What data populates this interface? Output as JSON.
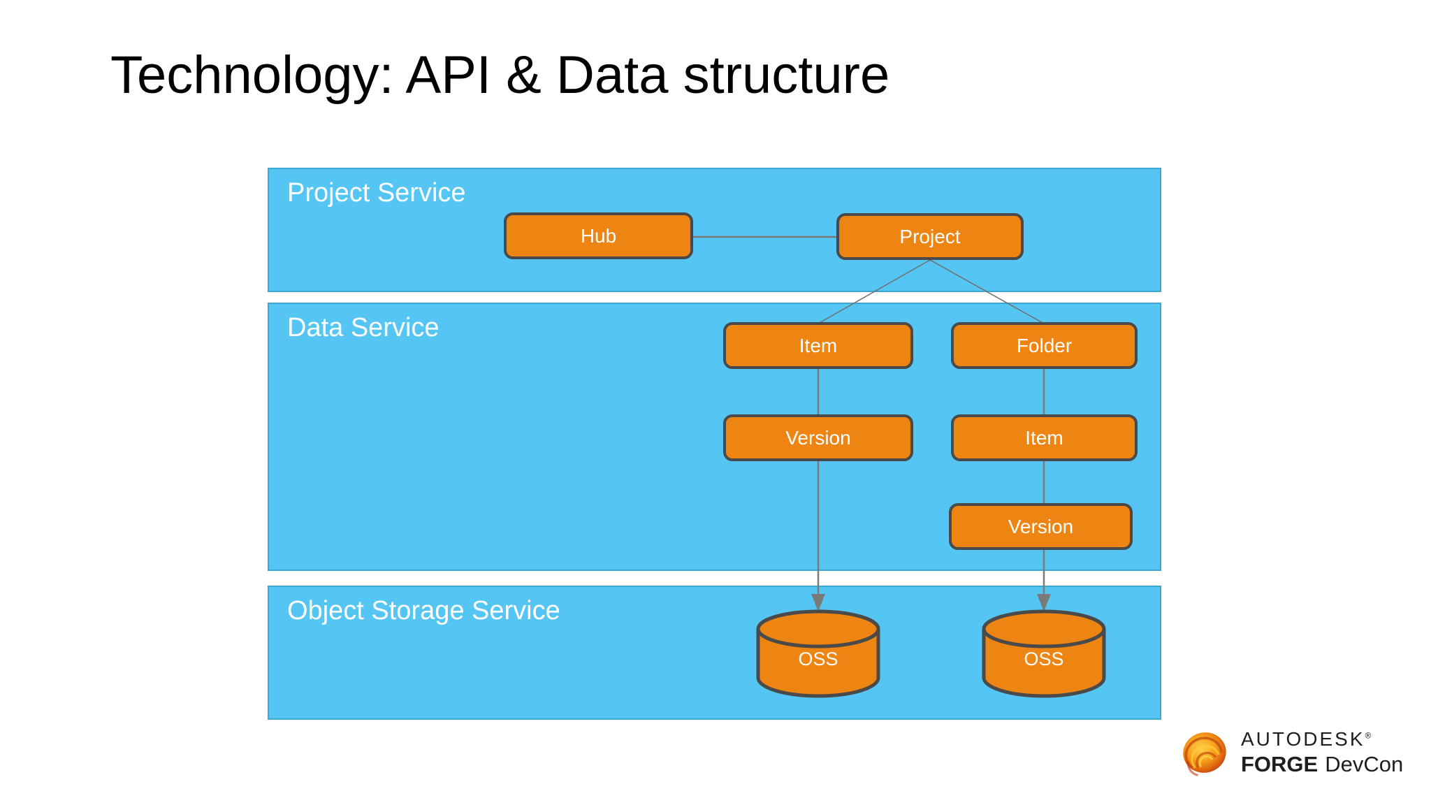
{
  "title": "Technology: API & Data structure",
  "bands": [
    {
      "label": "Project Service"
    },
    {
      "label": "Data Service"
    },
    {
      "label": "Object Storage Service"
    }
  ],
  "nodes": {
    "hub": {
      "label": "Hub"
    },
    "project": {
      "label": "Project"
    },
    "item_top": {
      "label": "Item"
    },
    "folder": {
      "label": "Folder"
    },
    "version_left": {
      "label": "Version"
    },
    "item_right": {
      "label": "Item"
    },
    "version_right": {
      "label": "Version"
    },
    "oss_left": {
      "label": "OSS"
    },
    "oss_right": {
      "label": "OSS"
    }
  },
  "edges": [
    {
      "from": "hub",
      "to": "project",
      "style": "line"
    },
    {
      "from": "project",
      "to": "item_top",
      "style": "thin-line"
    },
    {
      "from": "project",
      "to": "folder",
      "style": "thin-line"
    },
    {
      "from": "item_top",
      "to": "oss_left",
      "style": "arrow",
      "passes_behind": [
        "version_left"
      ]
    },
    {
      "from": "folder",
      "to": "oss_right",
      "style": "arrow",
      "passes_behind": [
        "item_right",
        "version_right"
      ]
    }
  ],
  "logo": {
    "brand": "AUTODESK",
    "registered_mark": "®",
    "product": "FORGE",
    "event": "DevCon"
  },
  "colors": {
    "band_blue": "#55C6F3",
    "node_orange": "#EE8411",
    "node_border_gray": "#4A4A4A",
    "node_text_white": "#FFFFFF",
    "connector_gray": "#7A7A7A",
    "title_black": "#000000",
    "logo_text_gray": "#1E1E1E",
    "forge_mark_orange": "#E0650E",
    "forge_mark_yellow": "#FFD24A"
  }
}
